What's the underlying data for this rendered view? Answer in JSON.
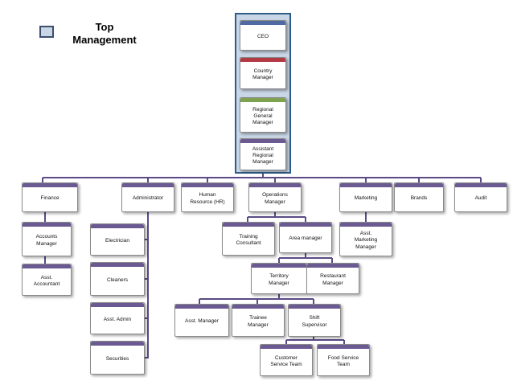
{
  "legend": {
    "label": "Top\nManagement",
    "swatch_color": "#c9d6e6"
  },
  "colors": {
    "top_panel": "#c9d6e6",
    "top_panel_border": "#2f5d8a",
    "connector": "#5b4a86",
    "tab_default": "#6b5a92"
  },
  "top_management": [
    {
      "id": "ceo",
      "label": "CEO",
      "tab": "#4f6aa2"
    },
    {
      "id": "country_manager",
      "label": "Country\nManager",
      "tab": "#b33a44"
    },
    {
      "id": "regional_general_manager",
      "label": "Regional\nGeneral\nManager",
      "tab": "#7ea24e"
    },
    {
      "id": "assistant_regional_manager",
      "label": "Assistant\nRegional\nManager",
      "tab": "#6b5a92"
    }
  ],
  "departments": [
    {
      "id": "finance",
      "label": "Finance"
    },
    {
      "id": "administrator",
      "label": "Administrator"
    },
    {
      "id": "hr",
      "label": "Human\nResource (HR)"
    },
    {
      "id": "operations_manager",
      "label": "Operations\nManager"
    },
    {
      "id": "marketing",
      "label": "Marketing"
    },
    {
      "id": "brands",
      "label": "Brands"
    },
    {
      "id": "audit",
      "label": "Audit"
    }
  ],
  "finance_children": [
    {
      "id": "accounts_manager",
      "label": "Accounts\nManager"
    },
    {
      "id": "asst_accountant",
      "label": "Asst.\nAccountant"
    }
  ],
  "admin_children": [
    {
      "id": "electrician",
      "label": "Electrician"
    },
    {
      "id": "cleaners",
      "label": "Cleaners"
    },
    {
      "id": "asst_admin",
      "label": "Asst. Admin"
    },
    {
      "id": "securities",
      "label": "Securities"
    }
  ],
  "marketing_children": [
    {
      "id": "asst_marketing_manager",
      "label": "Asst.\nMarketing\nManager"
    }
  ],
  "operations": {
    "training_consultant": "Training\nConsultant",
    "area_manager": "Area manager",
    "territory_manager": "Territory\nManager",
    "restaurant_manager": "Restaurant\nManager",
    "asst_manager": "Asst. Manager",
    "trainee_manager": "Trainee\nManager",
    "shift_supervisor": "Shift\nSupervisor",
    "customer_service_team": "Customer\nService Team",
    "food_service_team": "Food Service\nTeam"
  }
}
